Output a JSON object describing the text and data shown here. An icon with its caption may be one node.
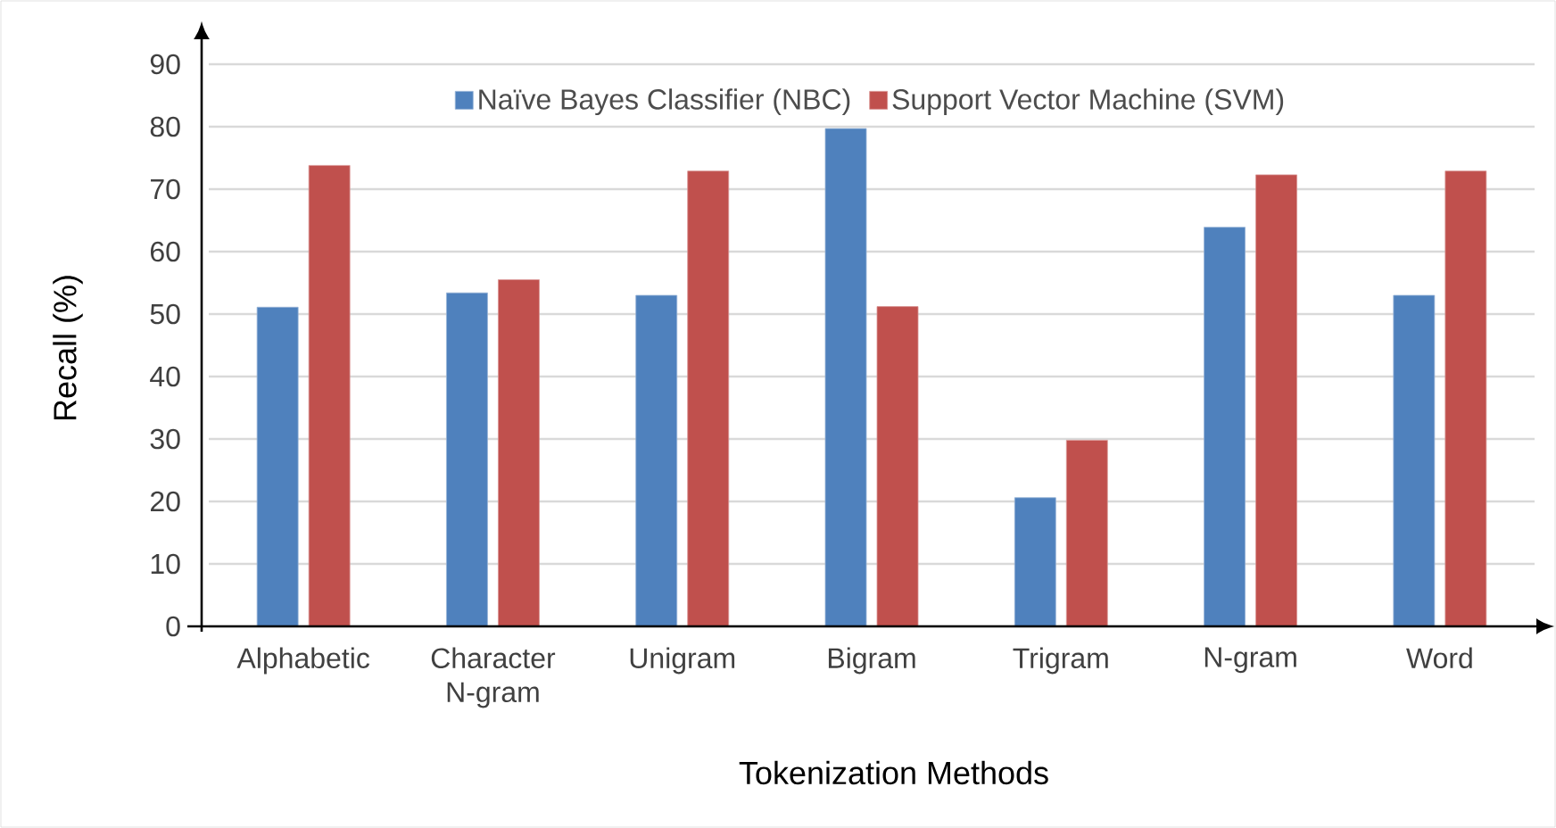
{
  "diagram": {
    "chart_data": {
      "type": "bar",
      "xlabel": "Tokenization Methods",
      "ylabel": "Recall (%)",
      "categories": [
        "Alphabetic",
        "Character N-gram",
        "Unigram",
        "Bigram",
        "Trigram",
        "N-gram",
        "Word"
      ],
      "series": [
        {
          "name": "Naïve Bayes Classifier (NBC)",
          "color": "#4f81bd",
          "values": [
            51.1,
            53.4,
            53.0,
            79.7,
            20.6,
            63.9,
            53.0
          ]
        },
        {
          "name": "Support Vector Machine (SVM)",
          "color": "#c0504d",
          "values": [
            73.8,
            55.5,
            72.9,
            51.2,
            29.8,
            72.3,
            72.9
          ]
        }
      ],
      "grid": true,
      "legend": "top",
      "ylim": [
        0,
        90
      ],
      "yticks": [
        0,
        10,
        20,
        30,
        40,
        50,
        60,
        70,
        80,
        90
      ]
    }
  }
}
